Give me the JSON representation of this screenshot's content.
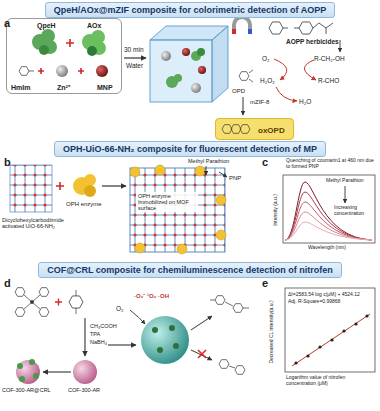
{
  "diagram": {
    "nodes": [
      {
        "text": [
          "QpeH/AOx@mZIF composite for colorimetric detection of AOPP"
        ]
      },
      {
        "text": [
          "QpeH",
          "AOx",
          "HmIm",
          "Zn²⁺",
          "MNP"
        ]
      },
      {
        "text": [
          "oxOPD"
        ]
      },
      {
        "text": [
          "OPH-UiO-66-NH₂ composite for fluorescent detection of MP"
        ]
      },
      {
        "text": [
          "COF@CRL composite for chemiluminescence detection of nitrofen"
        ]
      }
    ],
    "labels": [
      "a",
      "30 min",
      "Water",
      "AOPP herbicides",
      "O₂",
      "R-CH₂-OH",
      "H₂O₂",
      "R-CHO",
      "OPD",
      "mZIF-8",
      "H₂O",
      "b",
      "Dicyclohexylcarbodiimide activated UiO-66-NH₂",
      "OPH enzyme",
      "OPH enzyme Immobilized on MOF surface",
      "Methyl Parathion",
      "PNP",
      "c",
      "Quenching of coumarin1 at 460 nm due to formed PNP",
      "Methyl Parathion",
      "Increasing concentration",
      "Intensity (a.u.)",
      "Wavelength (nm)",
      "d",
      "CH₃COOH",
      "TPA",
      "NaBH₄",
      "COF-300-AR@CRL",
      "COF-300-AR",
      "O₂",
      "·O₂⁻ ¹O₂ ·OH",
      "e",
      "ΔI=2583.54 log c(μM) + 4524.12",
      "Adj. R-Square=0.99868",
      "Decreased CL intensity(a.u.)",
      "Logarithm value of nitrofen concentration (μM)"
    ]
  }
}
